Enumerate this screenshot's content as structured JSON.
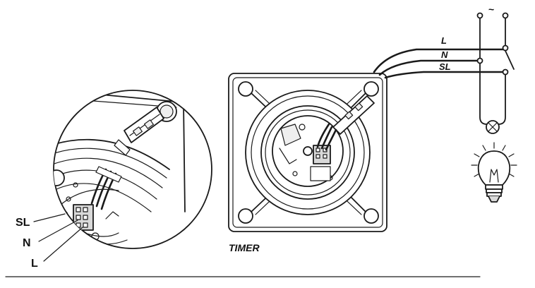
{
  "labels": {
    "zoom_sl": "SL",
    "zoom_n": "N",
    "zoom_l": "L",
    "timer": "TIMER",
    "wire_l": "L",
    "wire_n": "N",
    "wire_sl": "SL",
    "supply": "~"
  }
}
